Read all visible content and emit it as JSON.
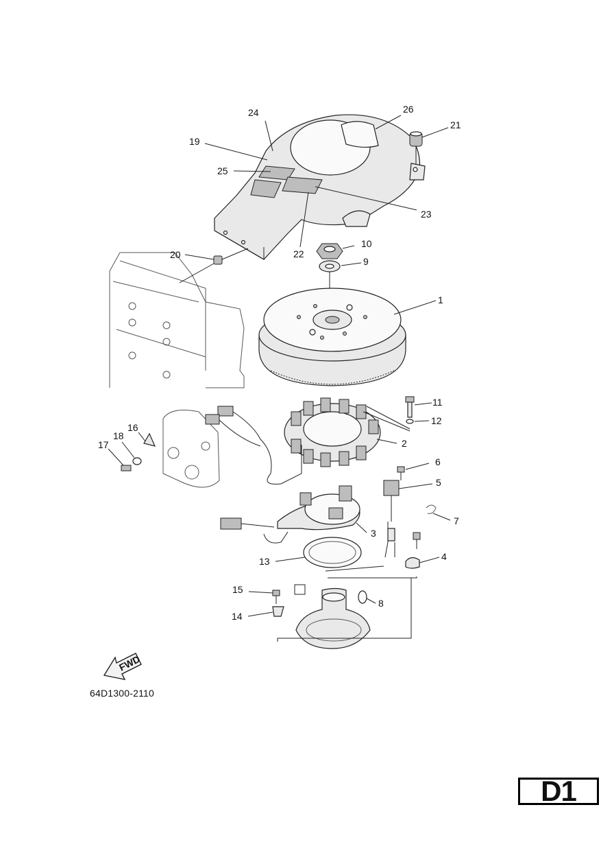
{
  "figure_code": "64D1300-2110",
  "page_code": "D1",
  "fwd_label": "FWD",
  "callouts": [
    {
      "id": "c1",
      "label": "1"
    },
    {
      "id": "c2",
      "label": "2"
    },
    {
      "id": "c3",
      "label": "3"
    },
    {
      "id": "c4",
      "label": "4"
    },
    {
      "id": "c5",
      "label": "5"
    },
    {
      "id": "c6",
      "label": "6"
    },
    {
      "id": "c7",
      "label": "7"
    },
    {
      "id": "c8",
      "label": "8"
    },
    {
      "id": "c9",
      "label": "9"
    },
    {
      "id": "c10",
      "label": "10"
    },
    {
      "id": "c11",
      "label": "11"
    },
    {
      "id": "c12",
      "label": "12"
    },
    {
      "id": "c13",
      "label": "13"
    },
    {
      "id": "c14",
      "label": "14"
    },
    {
      "id": "c15",
      "label": "15"
    },
    {
      "id": "c16",
      "label": "16"
    },
    {
      "id": "c17",
      "label": "17"
    },
    {
      "id": "c18",
      "label": "18"
    },
    {
      "id": "c19",
      "label": "19"
    },
    {
      "id": "c20",
      "label": "20"
    },
    {
      "id": "c21",
      "label": "21"
    },
    {
      "id": "c22",
      "label": "22"
    },
    {
      "id": "c23",
      "label": "23"
    },
    {
      "id": "c24",
      "label": "24"
    },
    {
      "id": "c25",
      "label": "25"
    },
    {
      "id": "c26",
      "label": "26"
    }
  ]
}
